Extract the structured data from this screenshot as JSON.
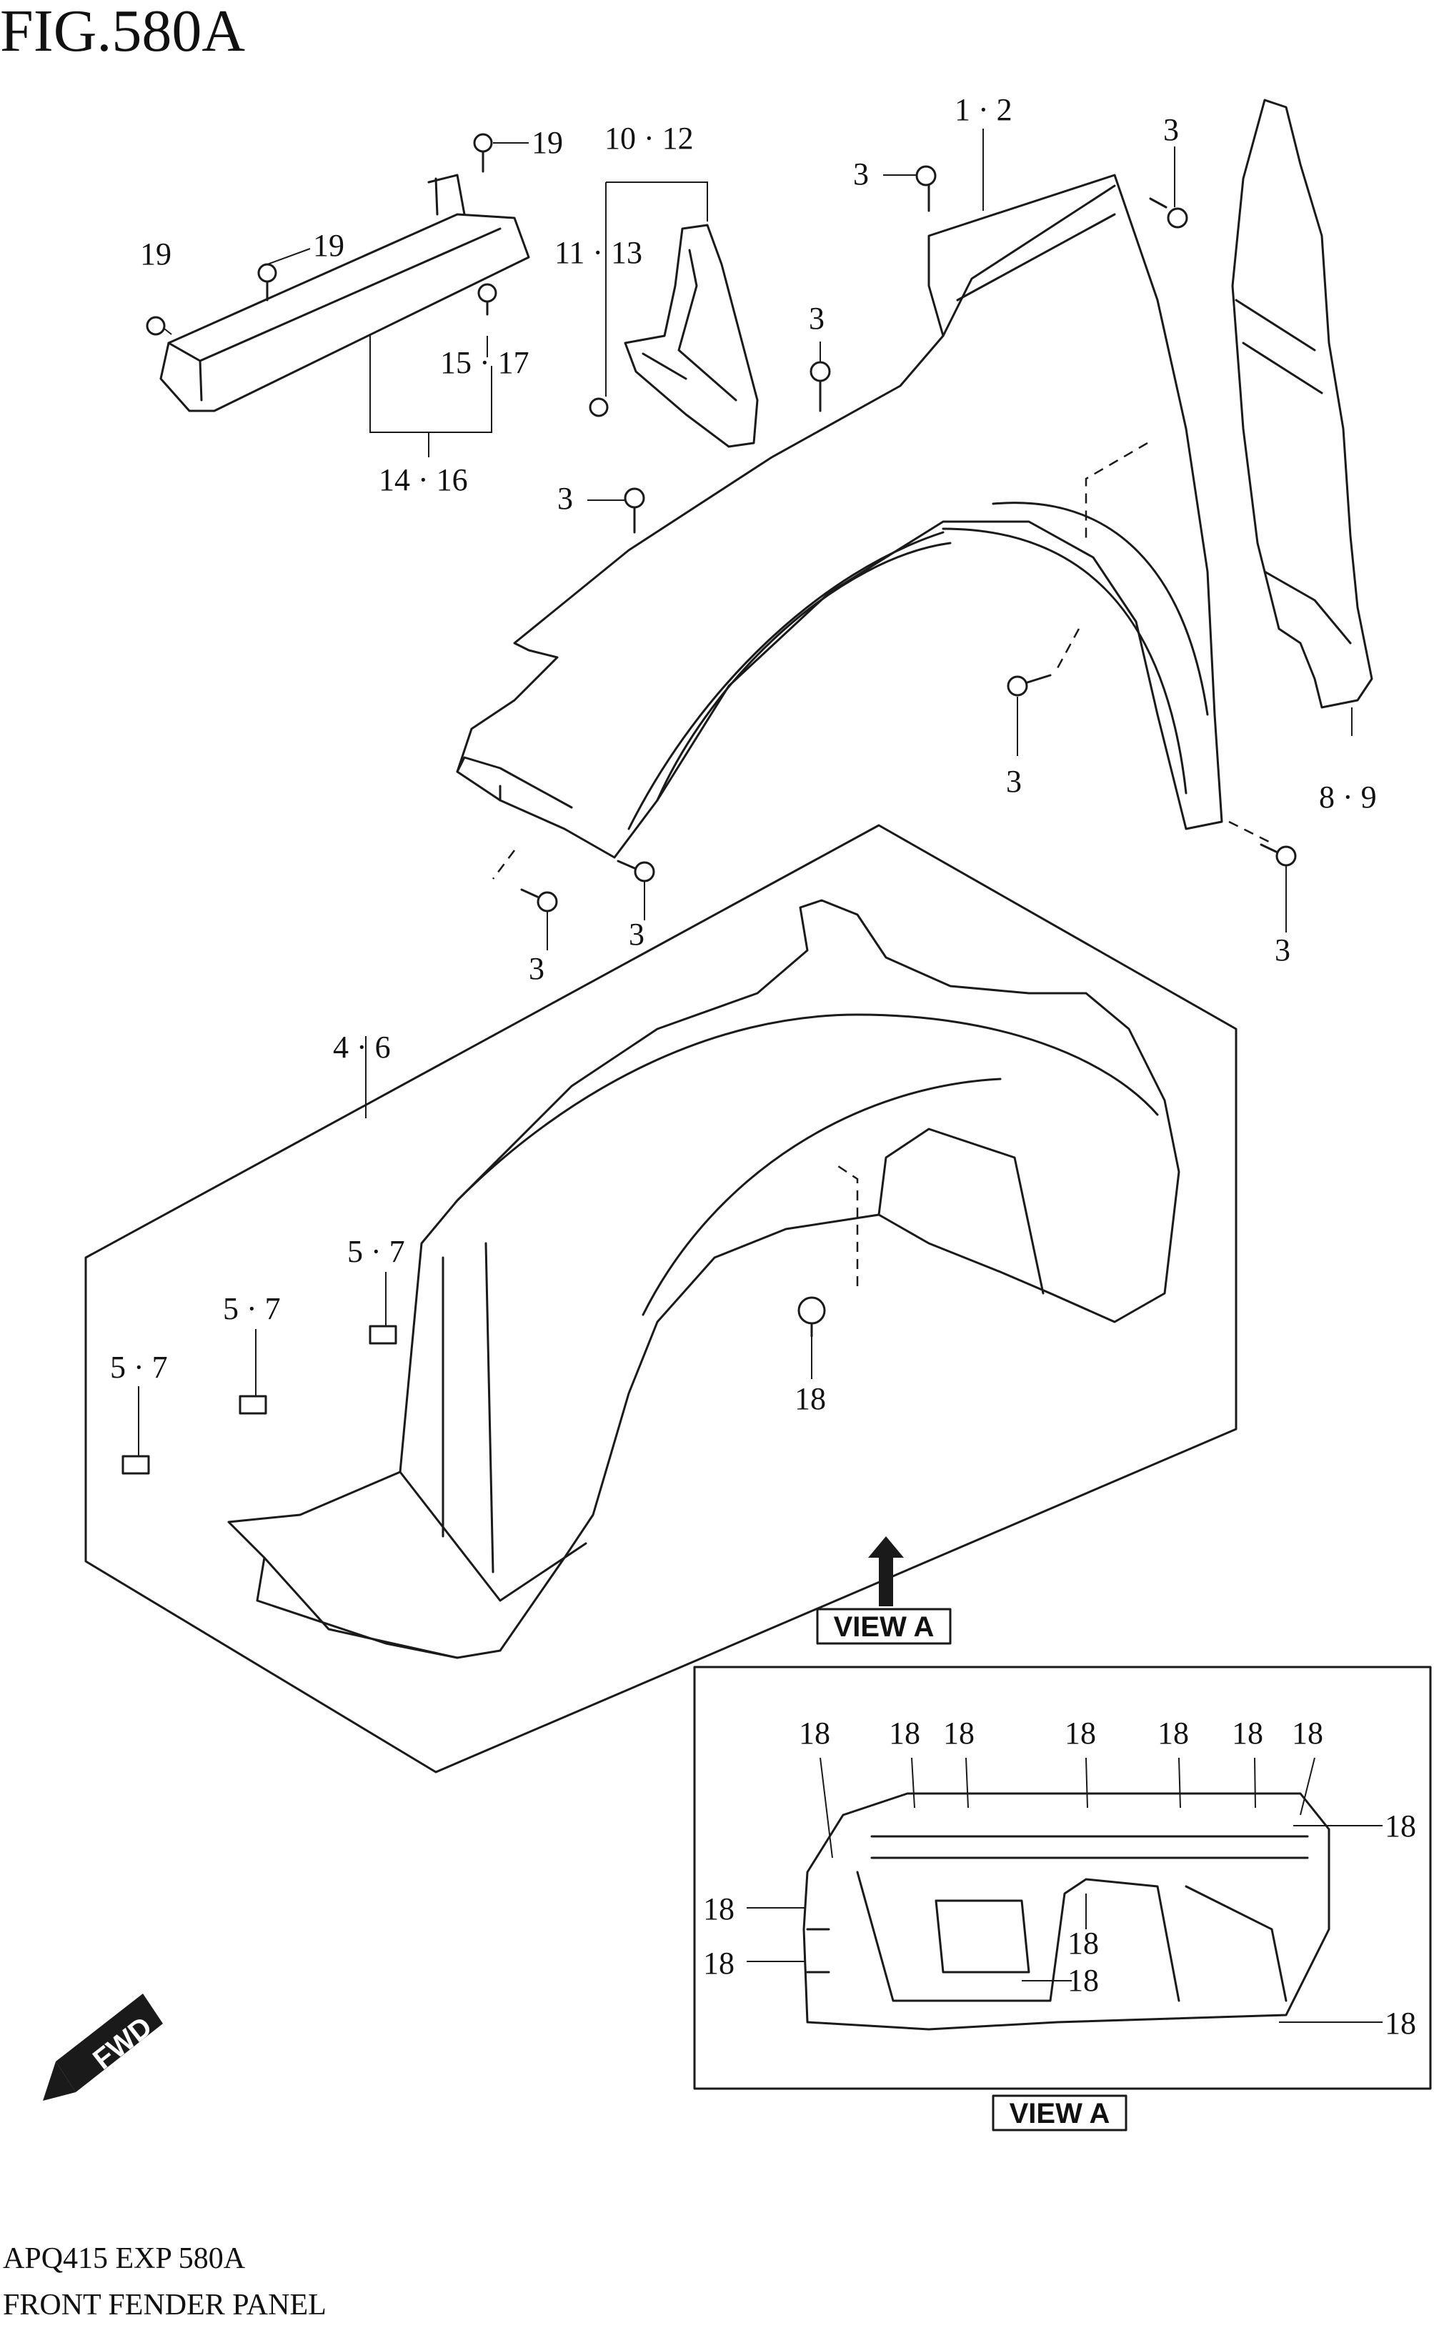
{
  "figure": {
    "title": "FIG.580A"
  },
  "footer": {
    "code": "APQ415 EXP 580A",
    "name": "FRONT FENDER PANEL"
  },
  "callouts": {
    "c_1_2": "1 · 2",
    "c_3": "3",
    "c_4_6": "4 · 6",
    "c_5_7": "5 · 7",
    "c_8_9": "8 · 9",
    "c_10_12": "10 · 12",
    "c_11_13": "11 · 13",
    "c_14_16": "14 · 16",
    "c_15_17": "15 · 17",
    "c_18": "18",
    "c_19": "19"
  },
  "view_label": "VIEW A",
  "fwd_label": "FWD"
}
